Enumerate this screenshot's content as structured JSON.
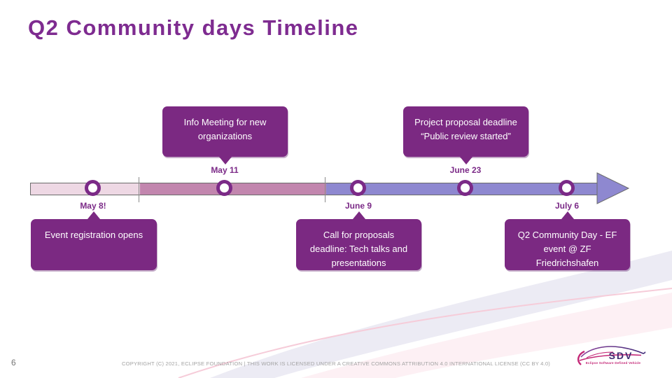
{
  "slide": {
    "title": "Q2 Community days Timeline",
    "page_number": "6",
    "copyright": "COPYRIGHT (C) 2021, ECLIPSE FOUNDATION | THIS WORK IS LICENSED UNDER A CREATIVE COMMONS ATTRIBUTION 4.0 INTERNATIONAL LICENSE (CC BY 4.0)"
  },
  "timeline": {
    "milestones": [
      {
        "date": "May 8!",
        "label": "Event registration opens",
        "side": "below"
      },
      {
        "date": "May 11",
        "label": "Info Meeting for new organizations",
        "side": "above"
      },
      {
        "date": "June 9",
        "label": "Call for proposals deadline: Tech talks and presentations",
        "side": "below"
      },
      {
        "date": "June 23",
        "label": "Project proposal deadline “Public review started”",
        "side": "above"
      },
      {
        "date": "July 6",
        "label": "Q2 Community Day - EF event @ ZF Friedrichshafen",
        "side": "below"
      }
    ],
    "segment_colors": [
      "#eed8e4",
      "#c286ae",
      "#8e88d0"
    ],
    "callout_color": "#7b2982",
    "marker_ring_color": "#7b2a87"
  },
  "logo": {
    "text": "SDV",
    "tagline": "Eclipse Software Defined Vehicle"
  },
  "colors": {
    "title": "#7e2b90",
    "accent": "#7b2982"
  }
}
